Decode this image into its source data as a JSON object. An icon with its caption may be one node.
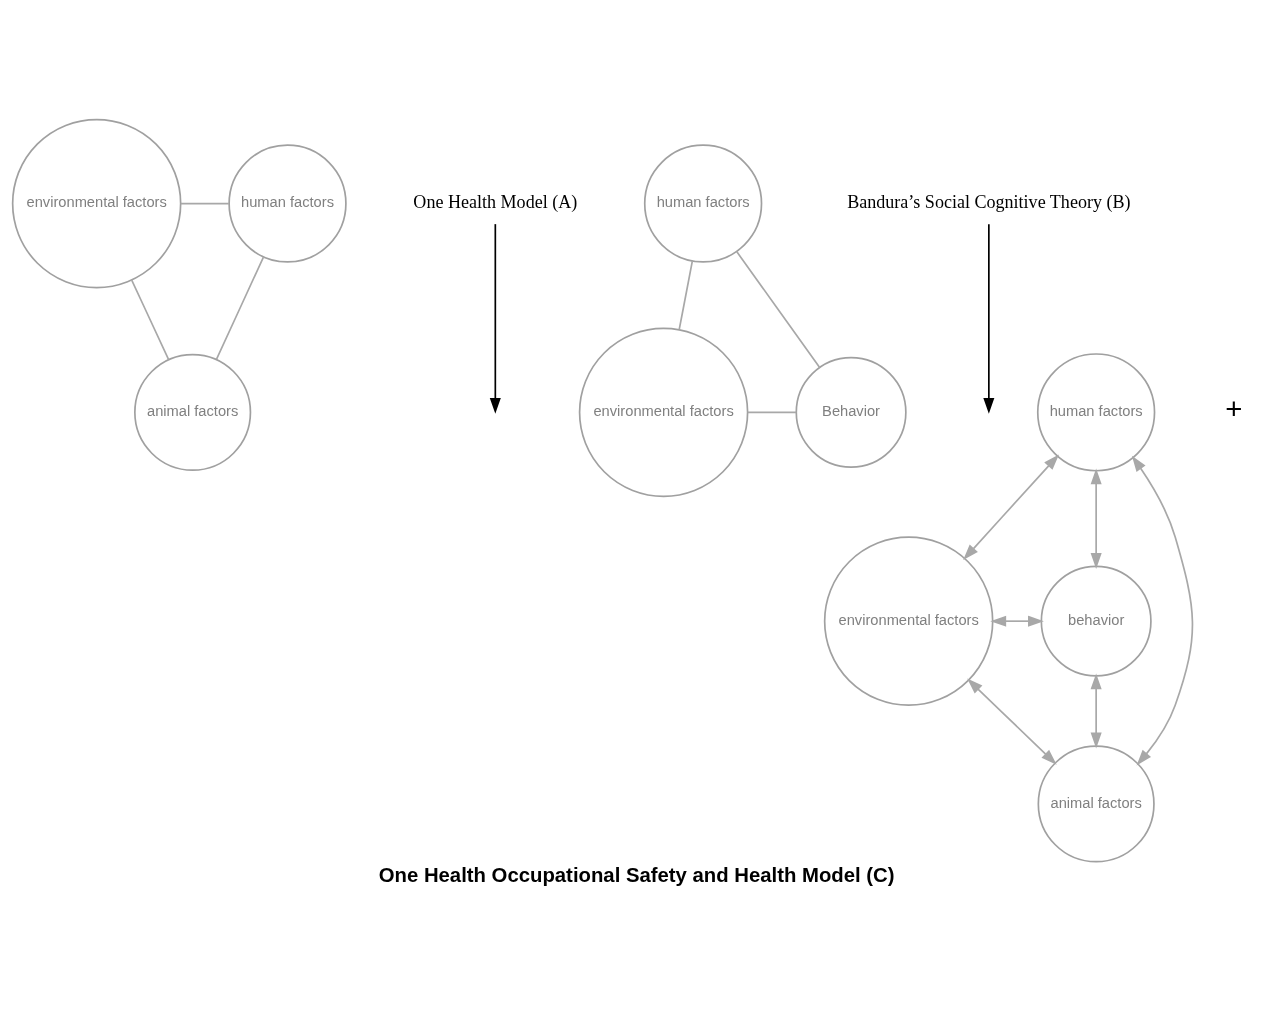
{
  "diagram": {
    "caption": "One Health Occupational Safety and Health Model (C)",
    "nodes": [
      {
        "text": [
          "environmental factors"
        ]
      },
      {
        "text": [
          "human factors"
        ]
      },
      {
        "text": [
          "animal factors"
        ]
      },
      {
        "text": [
          "One Health Model (A)"
        ]
      },
      {
        "text": [
          "human factors"
        ]
      },
      {
        "text": [
          "environmental factors"
        ]
      },
      {
        "text": [
          "Behavior"
        ]
      },
      {
        "text": [
          "Bandura’s Social Cognitive Theory (B)"
        ]
      },
      {
        "text": [
          "human factors"
        ]
      },
      {
        "text": [
          "environmental factors"
        ]
      },
      {
        "text": [
          "behavior"
        ]
      },
      {
        "text": [
          "animal factors"
        ]
      }
    ],
    "edges": [
      {
        "from": 0,
        "to": 1,
        "arrow": "none"
      },
      {
        "from": 0,
        "to": 2,
        "arrow": "none"
      },
      {
        "from": 1,
        "to": 2,
        "arrow": "none"
      },
      {
        "from": 4,
        "to": 5,
        "arrow": "none"
      },
      {
        "from": 4,
        "to": 6,
        "arrow": "none"
      },
      {
        "from": 5,
        "to": 6,
        "arrow": "none"
      },
      {
        "from": 3,
        "to": null,
        "arrow": "to",
        "color": "#000000"
      },
      {
        "from": 7,
        "to": null,
        "arrow": "to",
        "color": "#000000"
      },
      {
        "from": 8,
        "to": 9,
        "arrow": "both"
      },
      {
        "from": 8,
        "to": 10,
        "arrow": "both"
      },
      {
        "from": 9,
        "to": 11,
        "arrow": "both"
      },
      {
        "from": 10,
        "to": 11,
        "arrow": "both"
      },
      {
        "from": 8,
        "to": 11,
        "arrow": "both"
      },
      {
        "from": 9,
        "to": 10,
        "arrow": "both"
      }
    ],
    "labels": [
      "+"
    ]
  }
}
